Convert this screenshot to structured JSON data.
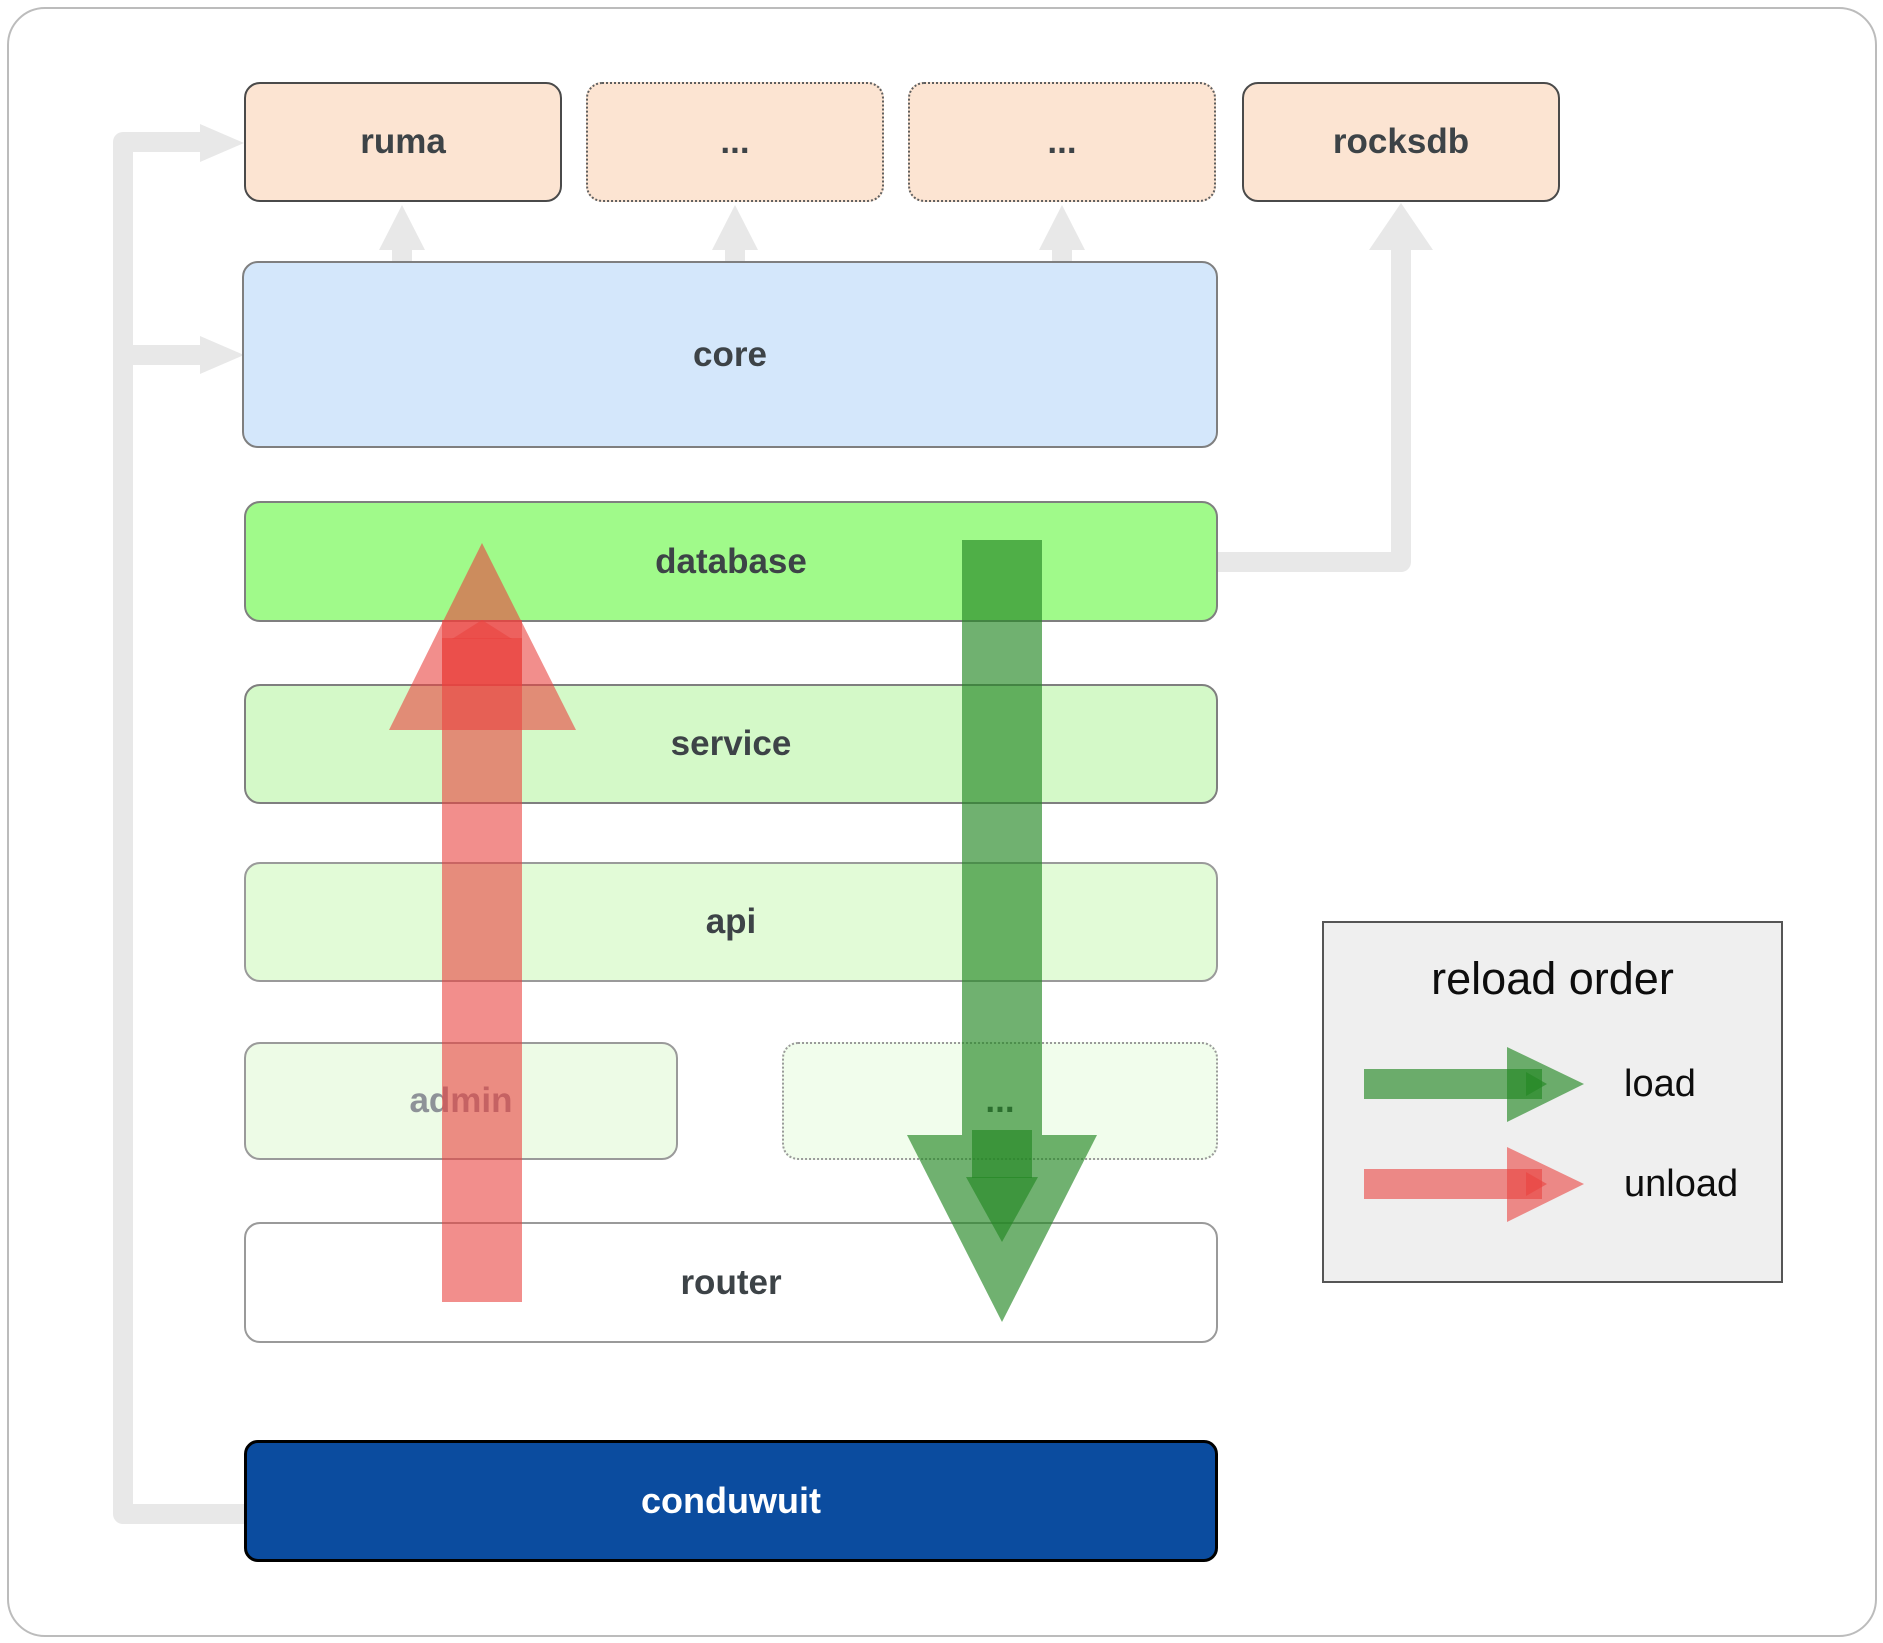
{
  "diagram": {
    "boxes": {
      "ruma": {
        "label": "ruma"
      },
      "ellipsis_top_left": {
        "label": "..."
      },
      "ellipsis_top_right": {
        "label": "..."
      },
      "rocksdb": {
        "label": "rocksdb"
      },
      "core": {
        "label": "core"
      },
      "database": {
        "label": "database"
      },
      "service": {
        "label": "service"
      },
      "api": {
        "label": "api"
      },
      "admin": {
        "label": "admin"
      },
      "ellipsis_admin_row": {
        "label": "..."
      },
      "router": {
        "label": "router"
      },
      "conduwuit": {
        "label": "conduwuit"
      }
    },
    "legend": {
      "title": "reload order",
      "items": [
        {
          "label": "load",
          "color_key": "load_green"
        },
        {
          "label": "unload",
          "color_key": "unload_red"
        }
      ]
    }
  },
  "colors": {
    "peach": "#fce4d2",
    "core_blue": "#d4e7fb",
    "database_green": "#a0fa8a",
    "service_green": "#d4f9c8",
    "api_green": "#e2fbd7",
    "admin_green": "#edfbe6",
    "ellipsis_green": "#f1fdec",
    "router_white": "#ffffff",
    "conduwuit_blue": "#0b4c9f",
    "legend_bg": "#efefef",
    "gray_connector": "#e8e8e8",
    "label_dark": "#3d4347",
    "label_muted": "#8e9298",
    "load_green": "rgba(35,135,35,0.65)",
    "unload_red": "rgba(234,67,63,0.6)"
  }
}
